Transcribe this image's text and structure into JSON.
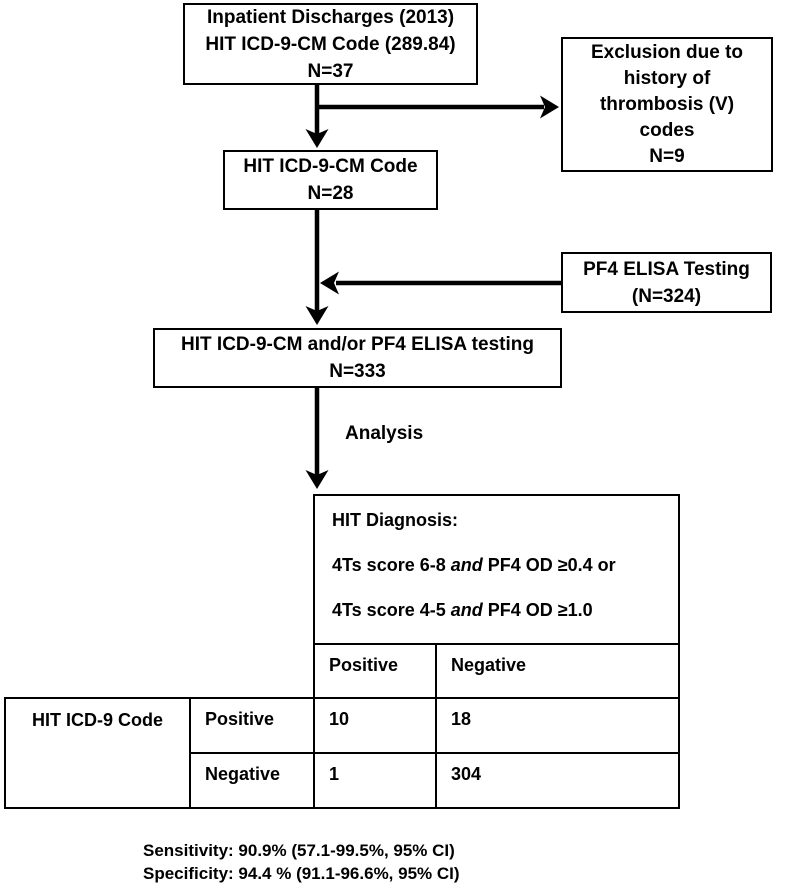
{
  "flowchart": {
    "inpatient_box": {
      "lines": [
        "Inpatient Discharges (2013)",
        "HIT ICD-9-CM Code (289.84)",
        "N=37"
      ]
    },
    "exclusion_box": {
      "lines": [
        "Exclusion due to",
        "history of",
        "thrombosis (V)",
        "codes",
        "N=9"
      ]
    },
    "hit_code_box": {
      "lines": [
        "HIT ICD-9-CM Code",
        "N=28"
      ]
    },
    "pf4_box": {
      "lines": [
        "PF4 ELISA Testing",
        "(N=324)"
      ]
    },
    "hit_pf4_box": {
      "lines": [
        "HIT ICD-9-CM and/or PF4 ELISA testing",
        "N=333"
      ]
    },
    "analysis_label": "Analysis"
  },
  "contingency_table": {
    "header_title": "HIT Diagnosis:",
    "criteria_line1": {
      "pre": "4Ts score 6-8 ",
      "conj": "and",
      "post": " PF4 OD ≥0.4 or"
    },
    "criteria_line2": {
      "pre": "4Ts score 4-5 ",
      "conj": "and",
      "post": " PF4 OD ≥1.0"
    },
    "col_header_positive": "Positive",
    "col_header_negative": "Negative",
    "row_group_label": "HIT ICD-9 Code",
    "row1": {
      "label": "Positive",
      "positive": "10",
      "negative": "18"
    },
    "row2": {
      "label": "Negative",
      "positive": "1",
      "negative": "304"
    }
  },
  "footer": {
    "sensitivity": "Sensitivity: 90.9% (57.1-99.5%, 95% CI)",
    "specificity": "Specificity: 94.4 % (91.1-96.6%, 95% CI)"
  },
  "colors": {
    "ink": "#000000",
    "background": "#ffffff"
  }
}
